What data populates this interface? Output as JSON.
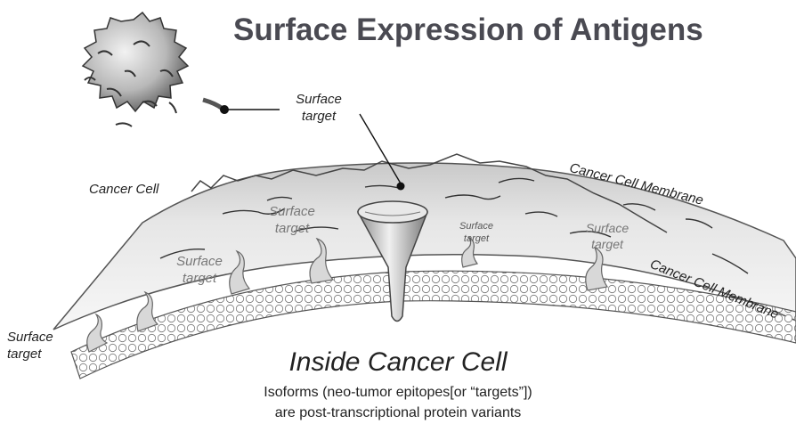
{
  "title": "Surface Expression of Antigens",
  "labels": {
    "cancer_cell": "Cancer Cell",
    "surface_target_top": [
      "Surface",
      "target"
    ],
    "membrane_outer": "Cancer Cell Membrane",
    "membrane_inner": "Cancer Cell Membrane",
    "target_a": [
      "Surface",
      "target"
    ],
    "target_b": [
      "Surface",
      "target"
    ],
    "target_c": [
      "Surface",
      "target"
    ],
    "target_d": [
      "Surface",
      "target"
    ],
    "target_left": [
      "Surface",
      "target"
    ]
  },
  "inside": {
    "heading": "Inside Cancer Cell",
    "line1": "Isoforms (neo-tumor epitopes[or “targets”])",
    "line2": "are post-transcriptional protein variants"
  }
}
